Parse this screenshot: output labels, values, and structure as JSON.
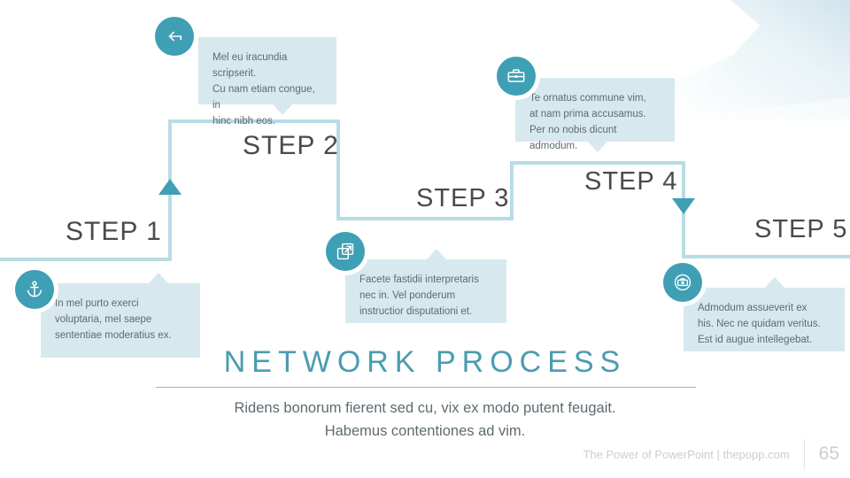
{
  "slide": {
    "title": "NETWORK PROCESS",
    "subtitle_line1": "Ridens bonorum fierent sed cu, vix ex modo putent feugait.",
    "subtitle_line2": "Habemus contentiones ad vim.",
    "accent_teal": "#3f9fb4",
    "accent_line": "#b8dce5",
    "callout_bg": "#d7e9ee",
    "title_color": "#4a9cb0",
    "text_color": "#5d6b70"
  },
  "steps": [
    {
      "label": "STEP 1"
    },
    {
      "label": "STEP 2"
    },
    {
      "label": "STEP 3"
    },
    {
      "label": "STEP 4"
    },
    {
      "label": "STEP 5"
    }
  ],
  "callouts": [
    {
      "id": "callout-step2",
      "icon": "arrow-left-circle-icon",
      "line1": "Mel eu iracundia scripserit.",
      "line2": "Cu nam etiam congue, in",
      "line3": "hinc nibh eos.",
      "line4": ""
    },
    {
      "id": "callout-step4",
      "icon": "briefcase-icon",
      "line1": "Te ornatus commune vim,",
      "line2": "at nam prima accusamus.",
      "line3": "Per no nobis dicunt",
      "line4": "admodum."
    },
    {
      "id": "callout-step3",
      "icon": "expand-arrows-icon",
      "line1": "Facete fastidii interpretaris",
      "line2": "nec in. Vel ponderum",
      "line3": "instructior disputationi et.",
      "line4": ""
    },
    {
      "id": "callout-step1",
      "icon": "anchor-icon",
      "line1": "In mel purto exerci",
      "line2": "voluptaria, mel saepe",
      "line3": "sententiae moderatius ex.",
      "line4": ""
    },
    {
      "id": "callout-step5",
      "icon": "camera-icon",
      "line1": "Admodum assueverit ex",
      "line2": "his. Nec ne quidam veritus.",
      "line3": "Est id augue intellegebat.",
      "line4": ""
    }
  ],
  "footer": {
    "text": "The Power of PowerPoint | thepopp.com",
    "page": "65"
  }
}
